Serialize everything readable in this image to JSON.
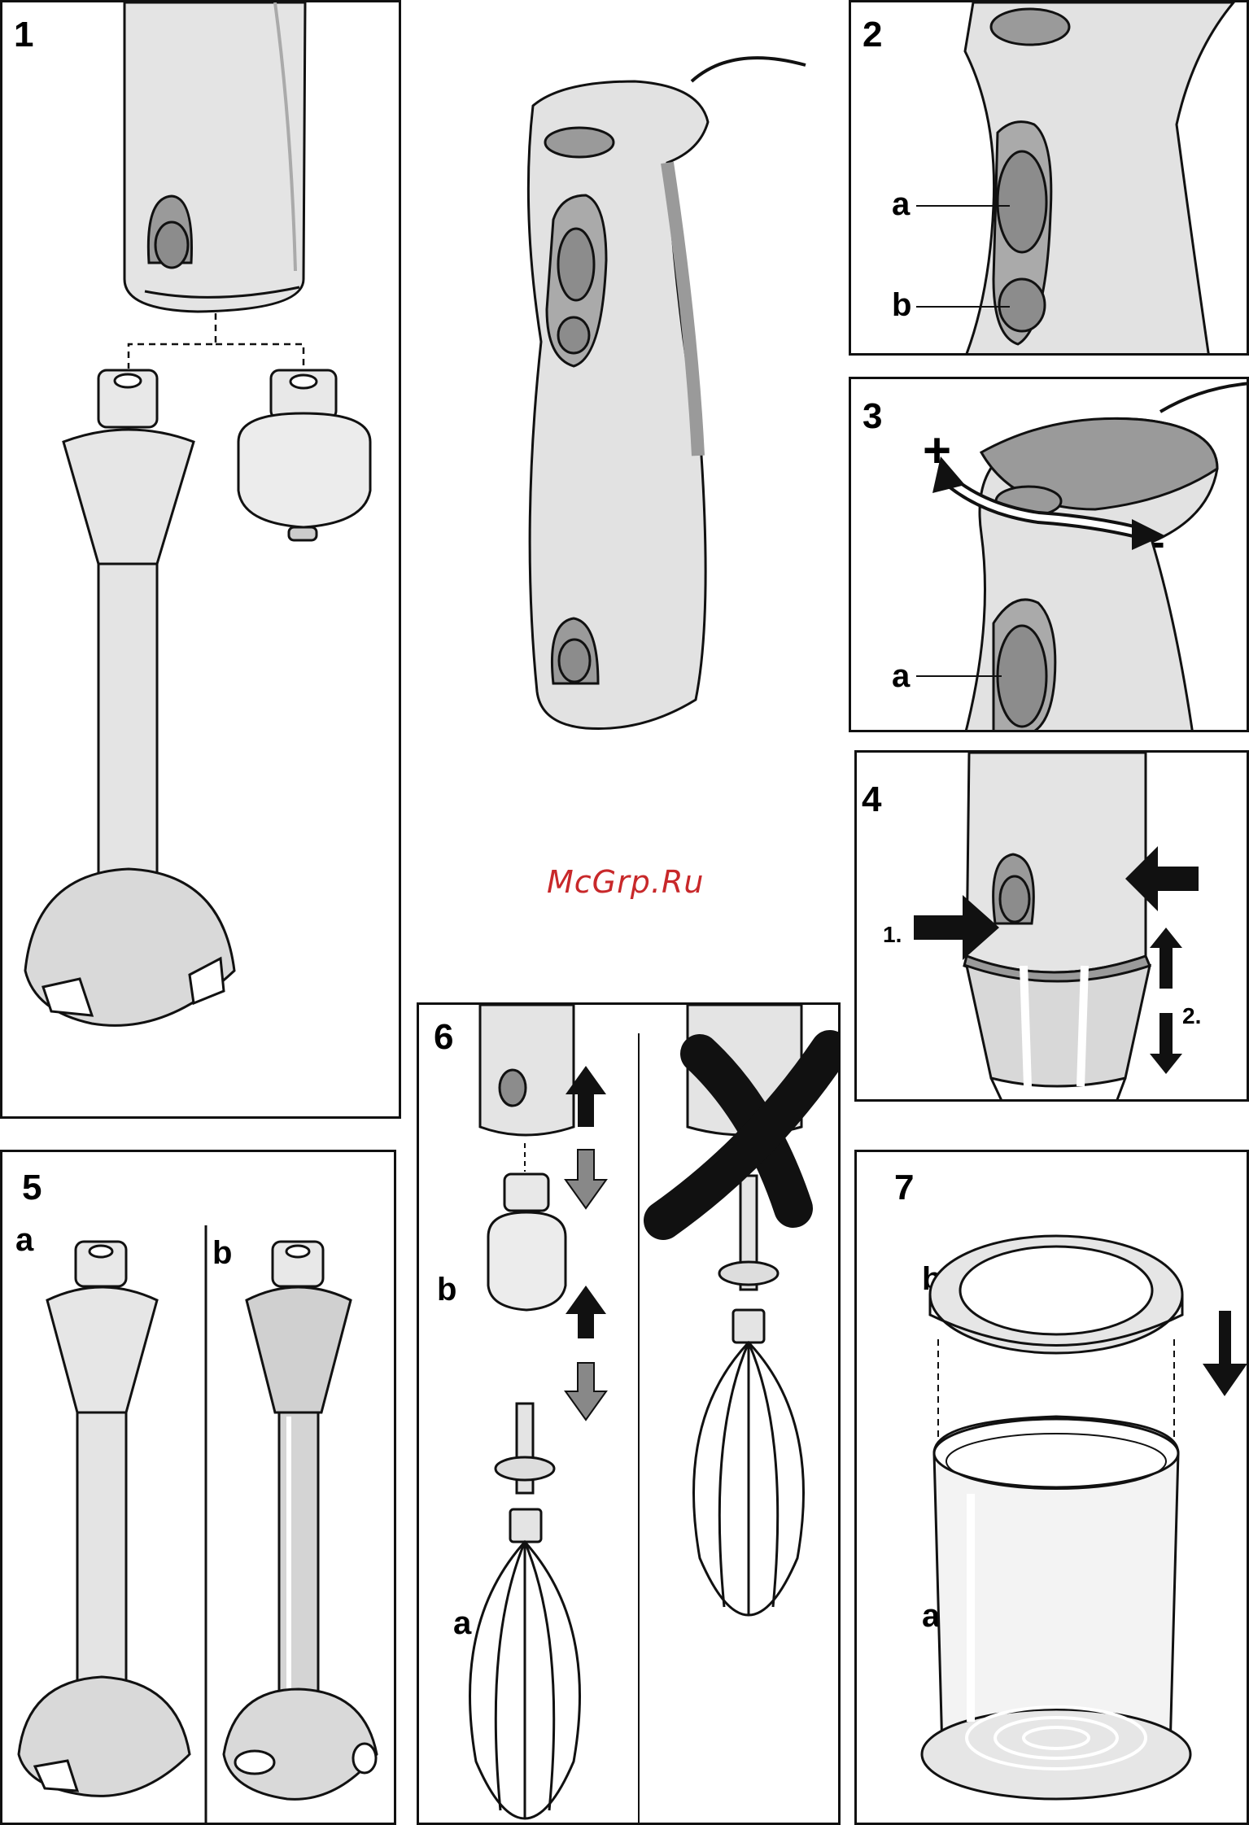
{
  "watermark": "McGrp.Ru",
  "panels": {
    "p1": {
      "number": "1"
    },
    "p2": {
      "number": "2",
      "label_a": "a",
      "label_b": "b"
    },
    "p3": {
      "number": "3",
      "plus": "+",
      "minus": "–",
      "label_a": "a"
    },
    "p4": {
      "number": "4",
      "step1": "1.",
      "step2": "2."
    },
    "p5": {
      "number": "5",
      "label_a": "a",
      "label_b": "b"
    },
    "p6": {
      "number": "6",
      "label_b": "b",
      "label_a": "a"
    },
    "p7": {
      "number": "7",
      "label_b": "b",
      "label_a": "a"
    }
  },
  "colors": {
    "body": "#e2e2e2",
    "grip": "#9a9a9a",
    "outline": "#111111",
    "button": "#8c8c8c"
  }
}
